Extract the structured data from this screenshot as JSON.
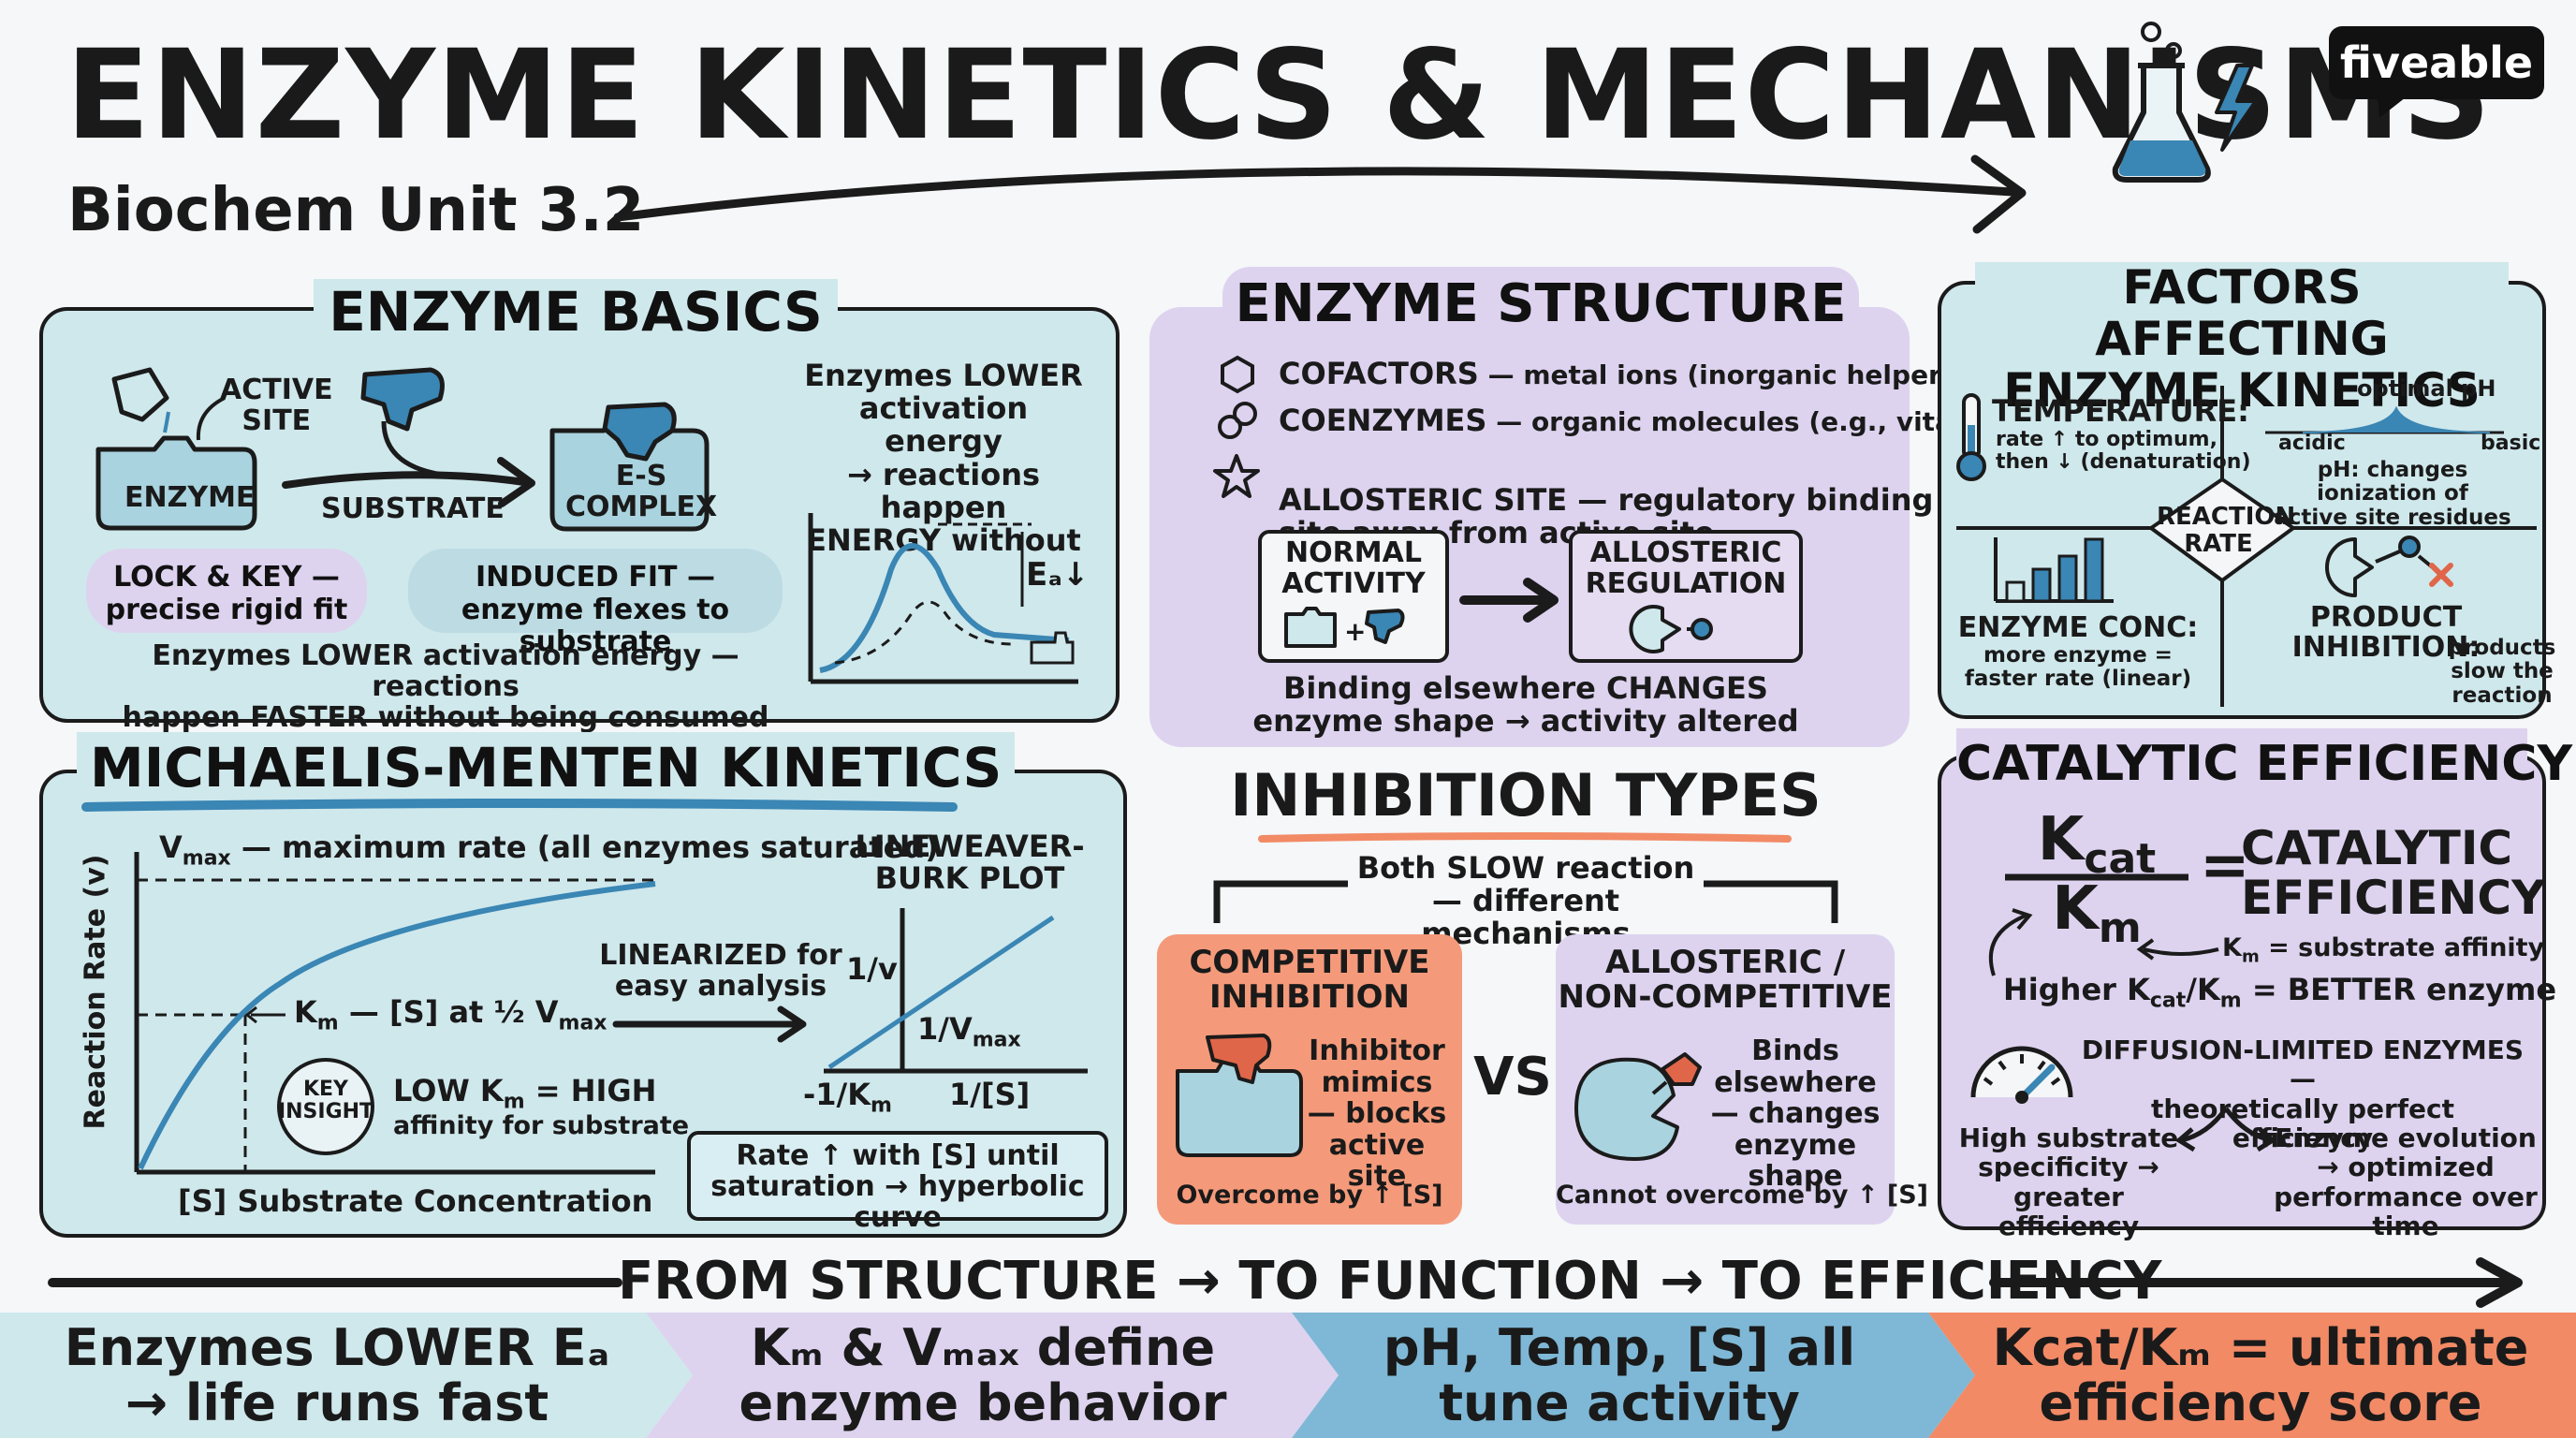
{
  "header": {
    "title": "ENZYME KINETICS & MECHANISMS",
    "subtitle": "Biochem Unit 3.2",
    "brand": "fiveable"
  },
  "basics": {
    "title": "ENZYME BASICS",
    "active_site": "ACTIVE\nSITE",
    "enzyme": "ENZYME",
    "substrate": "SUBSTRATE",
    "es_complex": "E-S\nCOMPLEX",
    "right_text": "Enzymes LOWER\nactivation energy\n→ reactions happen\nENERGY without",
    "ea_label": "Eₐ↓",
    "lock_key": "LOCK & KEY —\nprecise rigid fit",
    "induced_fit": "INDUCED FIT —\nenzyme flexes to substrate",
    "summary": "Enzymes LOWER activation energy — reactions\nhappen FASTER without being consumed"
  },
  "structure": {
    "title": "ENZYME STRUCTURE",
    "items": [
      {
        "term": "COFACTORS",
        "desc": " — metal ions (inorganic helpers)"
      },
      {
        "term": "COENZYMES",
        "desc": " — organic molecules (e.g., vitamins)"
      },
      {
        "term": "ALLOSTERIC SITE",
        "desc": " — regulatory binding\nsite away from active site"
      }
    ],
    "normal": "NORMAL\nACTIVITY",
    "allosteric": "ALLOSTERIC\nREGULATION",
    "caption": "Binding elsewhere CHANGES\nenzyme shape → activity altered"
  },
  "factors": {
    "title": "FACTORS AFFECTING\nENZYME KINETICS",
    "temp_title": "TEMPERATURE:",
    "temp_desc": "rate ↑ to optimum,\nthen ↓ (denaturation)",
    "optimal_ph": "optimal pH",
    "acidic": "acidic",
    "basic": "basic",
    "ph_desc": "pH: changes ionization of\nactive site residues",
    "center": "REACTION\nRATE",
    "conc_title": "ENZYME CONC:",
    "conc_desc": "more enzyme =\nfaster rate (linear)",
    "product_title": "PRODUCT\nINHIBITION:",
    "product_desc": "products\nslow the reaction"
  },
  "mm": {
    "title": "MICHAELIS-MENTEN KINETICS",
    "vmax": "— maximum rate (all enzymes saturated)",
    "vmax_sym": "V",
    "vmax_sub": "max",
    "ylabel": "Reaction Rate (v)",
    "xlabel": "[S] Substrate Concentration",
    "km_text": "— [S] at ½ V",
    "km_sym": "K",
    "km_sub": "m",
    "km_text_sub": "max",
    "key_insight": "KEY\nINSIGHT",
    "low_km": "LOW K",
    "low_km_sub": "m",
    "low_km_rest": " = HIGH",
    "affinity": "affinity for substrate",
    "linearized": "LINEARIZED for\neasy analysis",
    "lb_title": "LINEWEAVER-\nBURK PLOT",
    "lb_y": "1/v",
    "lb_slope": "1/V",
    "lb_slope_sub": "max",
    "lb_xneg": "-1/K",
    "lb_xneg_sub": "m",
    "lb_x": "1/[S]",
    "rate_note": "Rate ↑ with [S] until\nsaturation → hyperbolic curve"
  },
  "inhibition": {
    "title": "INHIBITION TYPES",
    "both": "Both SLOW reaction\n— different mechanisms",
    "competitive_title": "COMPETITIVE\nINHIBITION",
    "competitive_desc": "Inhibitor\nmimics\n— blocks\nactive site",
    "competitive_note": "Overcome by ↑ [S]",
    "vs": "VS",
    "allosteric_title": "ALLOSTERIC /\nNON-COMPETITIVE",
    "allosteric_desc": "Binds\nelsewhere\n— changes\nenzyme shape",
    "allosteric_note": "Cannot overcome by ↑ [S]"
  },
  "efficiency": {
    "title": "CATALYTIC EFFICIENCY",
    "kcat": "K",
    "kcat_sub": "cat",
    "km": "K",
    "km_sub": "m",
    "equals": "=",
    "result": "CATALYTIC\nEFFICIENCY",
    "km_note": "K",
    "km_note_sub": "m",
    "km_note_rest": " = substrate affinity",
    "higher": "Higher K",
    "higher_sub1": "cat",
    "higher_mid": "/K",
    "higher_sub2": "m",
    "higher_rest": " = BETTER enzyme",
    "diffusion": "DIFFUSION-LIMITED ENZYMES —\ntheoretically perfect efficiency",
    "specificity": "High substrate\nspecificity →\ngreater efficiency",
    "evolution": "Enzyme evolution\n→ optimized\nperformance over time"
  },
  "flow": "FROM STRUCTURE → TO FUNCTION → TO EFFICIENCY",
  "footer": [
    {
      "text": "Enzymes LOWER Eₐ\n→ life runs fast",
      "color": "#cfe8ec"
    },
    {
      "text": "Kₘ & Vₘₐₓ define\nenzyme behavior",
      "color": "#ddd3ef"
    },
    {
      "text": "pH, Temp, [S] all\ntune activity",
      "color": "#7fb8d6"
    },
    {
      "text": "Kcat/Kₘ = ultimate\nefficiency score",
      "color": "#f28a66"
    }
  ],
  "colors": {
    "teal": "#cfe8ec",
    "lavender": "#ddd3ef",
    "blue": "#3a86b4",
    "orange": "#f28a66",
    "dark": "#1b1b1b"
  }
}
